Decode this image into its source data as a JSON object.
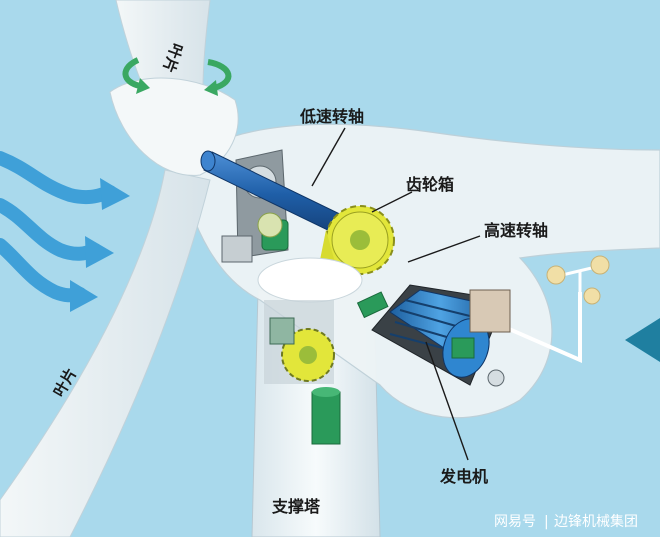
{
  "labels": {
    "blade_top": "叶片",
    "blade_bottom": "叶片",
    "low_speed_shaft": "低速转轴",
    "gearbox": "齿轮箱",
    "high_speed_shaft": "高速转轴",
    "generator": "发电机",
    "tower": "支撑塔"
  },
  "watermark": {
    "platform": "网易号",
    "separator": "|",
    "author": "边锋机械集团"
  },
  "colors": {
    "sky": "#a9d9ec",
    "wind_arrows": "#3fa0d8",
    "nacelle": "#eef4f6",
    "shaft": "#1f5fa8",
    "gear": "#e2e63a",
    "gear_inner": "#9bbd3a",
    "generator_core": "#2b7fc8",
    "coupling": "#2a9a5a"
  }
}
